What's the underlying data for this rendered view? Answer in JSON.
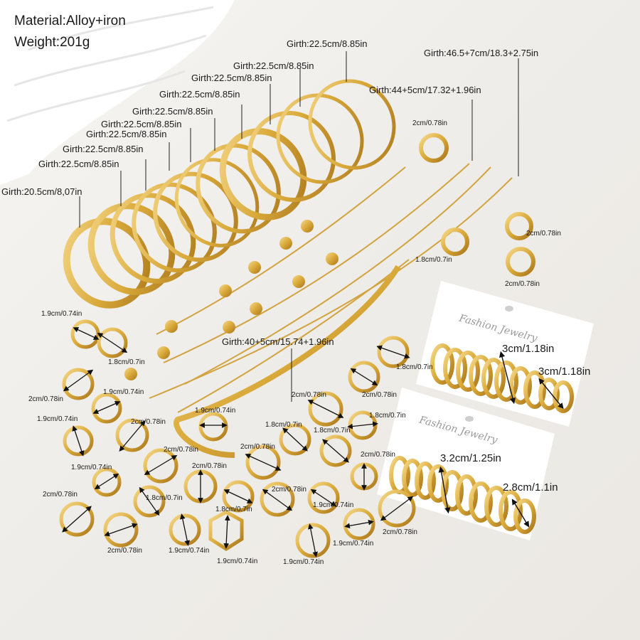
{
  "header": {
    "material": "Material:Alloy+iron",
    "weight": "Weight:201g"
  },
  "bangles": {
    "girth_small": "Girth:20.5cm/8,07in",
    "girth_standard": "Girth:22.5cm/8.85in"
  },
  "necklaces": {
    "long": "Girth:46.5+7cm/18.3+2.75in",
    "medium": "Girth:44+5cm/17.32+1.96in",
    "short": "Girth:40+5cm/15.74+1.96in"
  },
  "rings": {
    "size_20": "2cm/0.78in",
    "size_19": "1.9cm/0.74in",
    "size_18": "1.8cm/0.7in"
  },
  "earrings": {
    "card_brand": "Fashion Jewelry",
    "hoop_3": "3cm/1.18in",
    "hoop_32": "3.2cm/1.25in",
    "hoop_28": "2.8cm/1.1in"
  },
  "colors": {
    "gold": "#d9a93a",
    "gold_light": "#f3d27a",
    "gold_dark": "#a9761b",
    "background": "#efede9",
    "card": "#ffffff"
  }
}
